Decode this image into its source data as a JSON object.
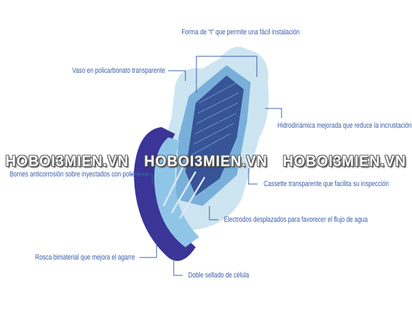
{
  "labels": {
    "t_shape": "Forma de “t” que permite una fácil instalación",
    "vessel": "Vaso en policarbonato transparente",
    "hydrodynamics": "Hidrodinámica mejorada que reduce la incrustación de cal",
    "terminals": "Bornes anticorrosión sobre inyectados con polietileno",
    "cassette": "Cassette transparente que facilita su inspección",
    "electrodes": "Electrodos desplazados para favorecer el flujo de agua",
    "thread": "Rosca bimaterial que mejora el agarre",
    "seal": "Doble sellado de célula"
  },
  "watermark": [
    "HOBOI3MIEN.VN",
    "HOBOI3MIEN.VN",
    "HOBOI3MIEN.VN"
  ],
  "colors": {
    "label": "#3a5ca6",
    "leader": "#3a5ca6",
    "body_light": "#b9dcec",
    "body_mid": "#5a9fd0",
    "body_dark": "#2c3f86",
    "cap": "#3a3596"
  }
}
